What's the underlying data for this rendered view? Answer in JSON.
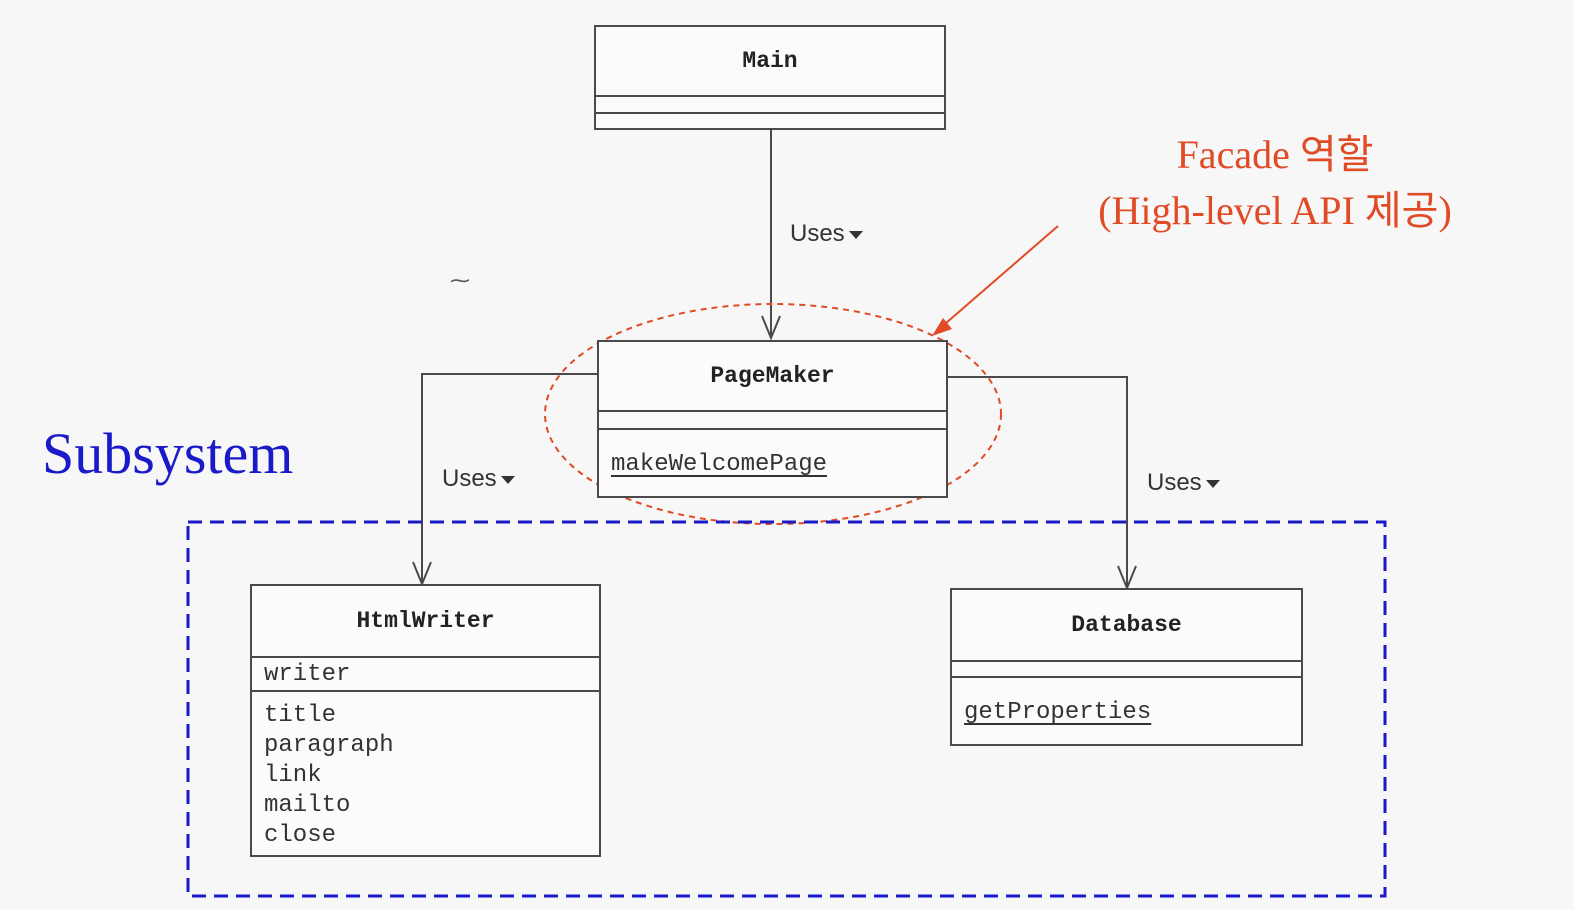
{
  "colors": {
    "facade_accent": "#e04a25",
    "subsystem_accent": "#1a1ac8",
    "diagram_ink": "#4a4a4a"
  },
  "annotations": {
    "facade_role": "Facade 역할",
    "facade_api": "(High-level API 제공)",
    "subsystem": "Subsystem"
  },
  "classes": {
    "main": {
      "name": "Main",
      "attributes": [],
      "operations": []
    },
    "pagemaker": {
      "name": "PageMaker",
      "attributes": [],
      "operations": [
        "makeWelcomePage"
      ]
    },
    "htmlwriter": {
      "name": "HtmlWriter",
      "attributes": [
        "writer"
      ],
      "operations": [
        "title",
        "paragraph",
        "link",
        "mailto",
        "close"
      ]
    },
    "database": {
      "name": "Database",
      "attributes": [],
      "operations": [
        "getProperties"
      ]
    }
  },
  "associations": {
    "main_pagemaker": "Uses",
    "pagemaker_htmlwriter": "Uses",
    "pagemaker_database": "Uses"
  },
  "icons": {
    "uses_direction": "triangle-down-icon",
    "arrowhead": "open-arrow-icon"
  }
}
